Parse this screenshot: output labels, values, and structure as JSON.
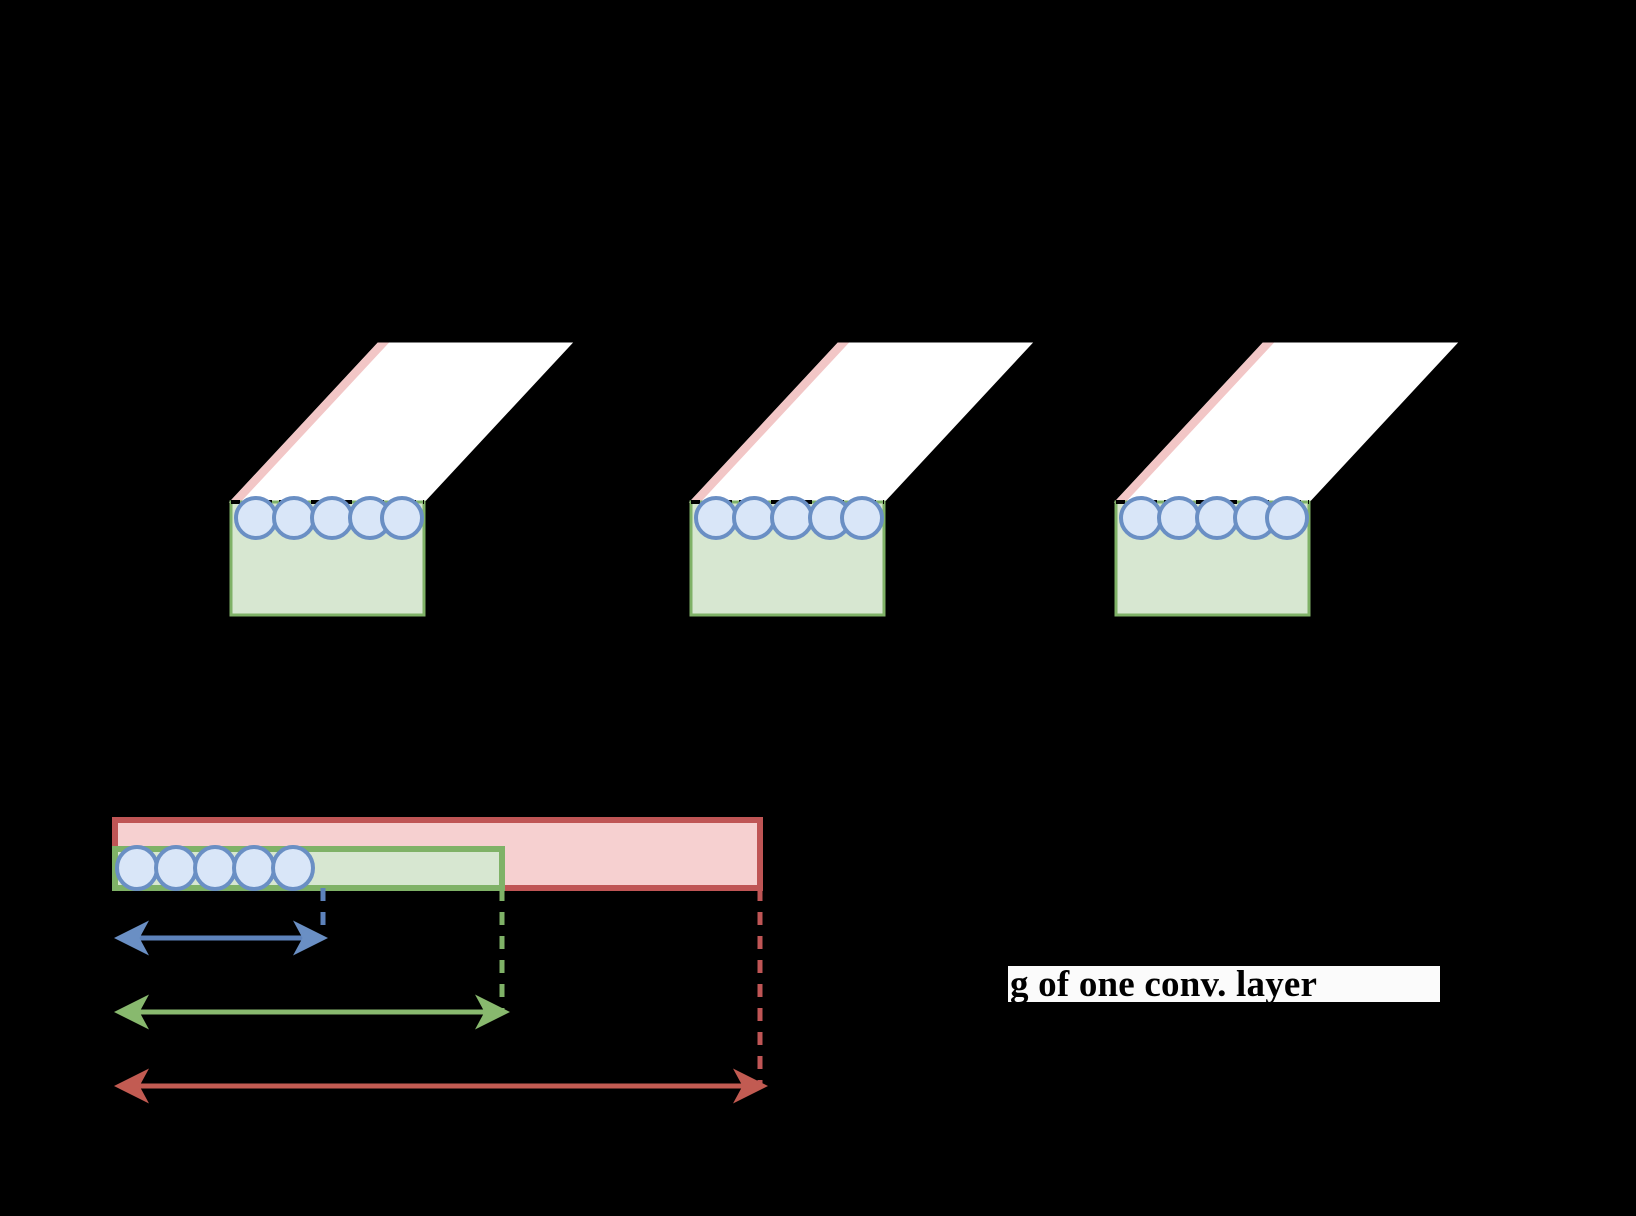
{
  "figure": {
    "background_color": "#000000",
    "description": "Diagram of receptive field growth across convolutional layers"
  },
  "palette": {
    "green_fill": "#d7e7d1",
    "green_stroke": "#7fb267",
    "pink_fill": "#f6d0d0",
    "pink_stroke": "#bf5555",
    "blue_fill": "#d9e6f8",
    "blue_stroke": "#6a8fc4",
    "white_face": "#ffffff",
    "black": "#000000",
    "label_bg": "#fbfbfb",
    "label_text": "#000000"
  },
  "top_blocks": [
    {
      "name": "block-1",
      "circles": 5
    },
    {
      "name": "block-2",
      "circles": 5
    },
    {
      "name": "block-3",
      "circles": 5
    }
  ],
  "receptive_field": {
    "pink_band_label": "",
    "green_band_label": "",
    "kernel_circles": 5,
    "arrows": [
      {
        "name": "kernel-extent-arrow",
        "color": "#6a8fc4"
      },
      {
        "name": "layer2-receptive-field-arrow",
        "color": "#7fb267"
      },
      {
        "name": "layer3-receptive-field-arrow",
        "color": "#bf5555"
      }
    ],
    "guides": [
      {
        "name": "blue-guide",
        "color": "#6a8fc4"
      },
      {
        "name": "green-guide",
        "color": "#7fb267"
      },
      {
        "name": "red-guide",
        "color": "#bf5555"
      }
    ]
  },
  "caption": {
    "text": "g of one conv. layer"
  }
}
